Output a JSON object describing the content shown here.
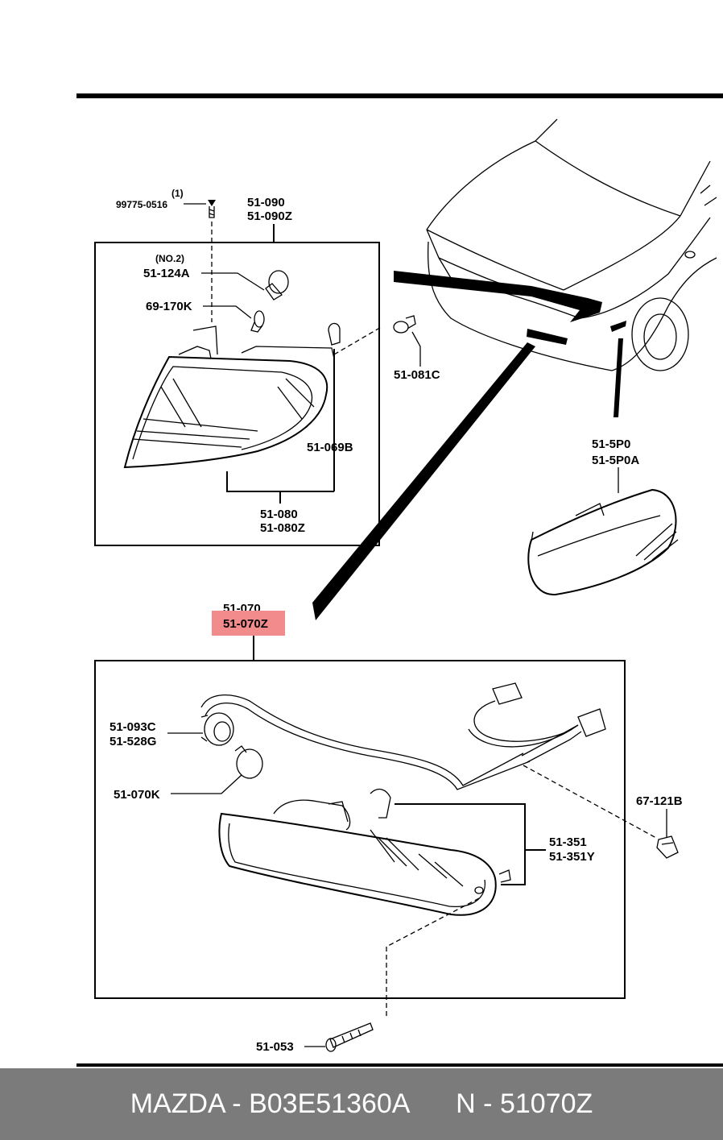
{
  "labels": {
    "bolt_qty": "(1)",
    "bolt_part": "99775-0516",
    "assy_front_1": "51-090",
    "assy_front_2": "51-090Z",
    "bulb_no": "(NO.2)",
    "bulb_front": "51-124A",
    "bulb_small": "69-170K",
    "socket": "51-081C",
    "bracket": "51-069B",
    "lens_front_1": "51-080",
    "lens_front_2": "51-080Z",
    "side_1": "51-5P0",
    "side_2": "51-5P0A",
    "main_1": "51-070",
    "main_2": "51-070Z",
    "socket_a": "51-093C",
    "socket_b": "51-528G",
    "bulb_main": "51-070K",
    "clip": "67-121B",
    "lens_main_1": "51-351",
    "lens_main_2": "51-351Y",
    "screw": "51-053"
  },
  "highlight_color": "#f28b8b",
  "footer": {
    "brand_part": "MAZDA - B03E51360A",
    "ref": "N - 51070Z"
  }
}
